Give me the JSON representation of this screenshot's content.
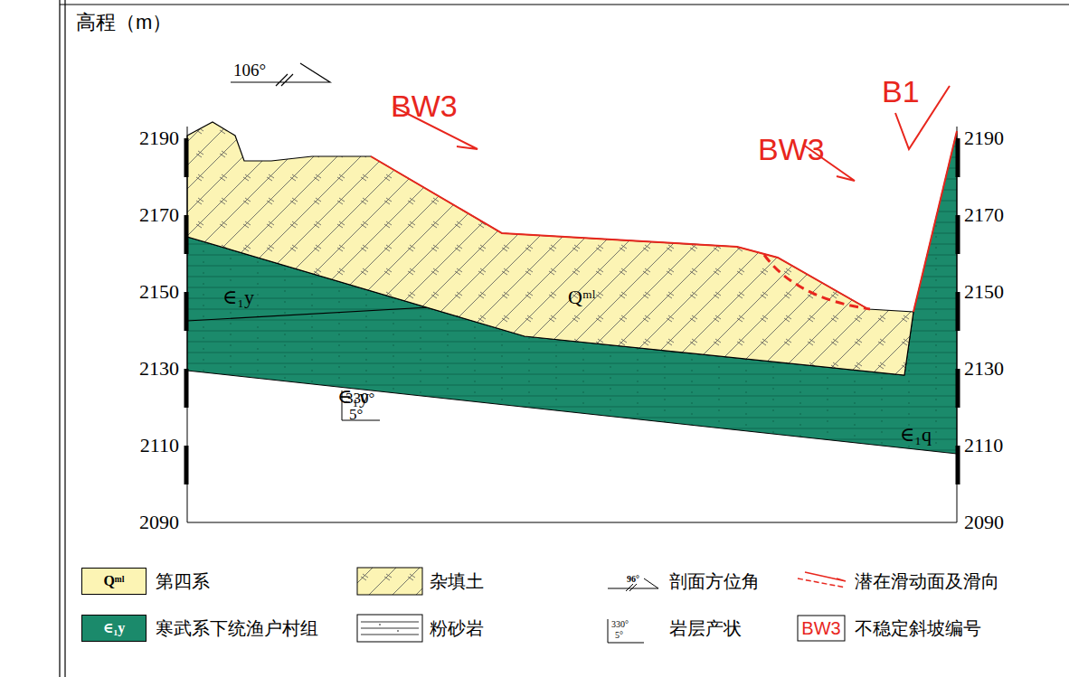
{
  "diagram": {
    "labels": [
      "高程（m）",
      "106°",
      "2190",
      "2170",
      "2150",
      "2130",
      "2110",
      "2090",
      "2190",
      "2170",
      "2150",
      "2130",
      "2110",
      "2090",
      "BW3",
      "B1",
      "BW3",
      "Qᵐˡ",
      "∈₁y",
      "∈₁y",
      "∈₁q",
      "330°",
      "5°",
      "Qᵐˡ",
      "∈₁y",
      "96°",
      "330°",
      "5°",
      "BW3"
    ],
    "legend": [
      {
        "text": "第四系",
        "color": "#fcf4b4"
      },
      {
        "text": "寒武系下统渔户村组",
        "color": "#1b8a6b"
      },
      {
        "text": "杂填土"
      },
      {
        "text": "粉砂岩"
      },
      {
        "text": "剖面方位角"
      },
      {
        "text": "岩层产状"
      },
      {
        "text": "潜在滑动面及滑向"
      },
      {
        "text": "不稳定斜坡编号"
      }
    ]
  }
}
